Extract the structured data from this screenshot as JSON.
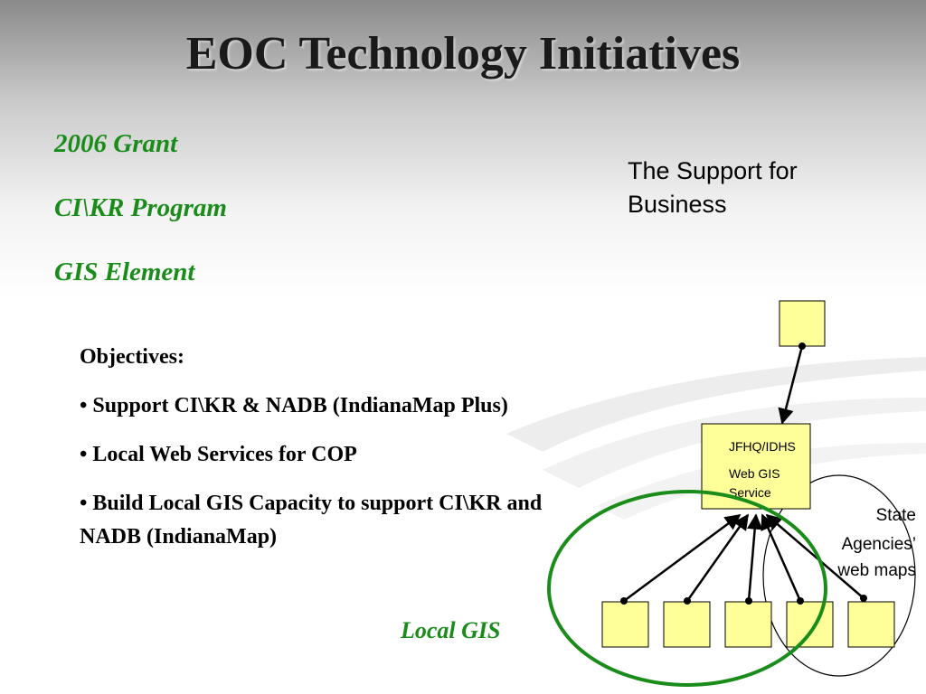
{
  "slide": {
    "title": "EOC Technology Initiatives",
    "grant": {
      "line1": "2006 Grant",
      "line2": "CI\\KR Program",
      "line3": "GIS Element"
    },
    "support": "The Support for Business",
    "objectives": {
      "heading": "Objectives:",
      "bullets": [
        "• Support CI\\KR & NADB (IndianaMap Plus)",
        "• Local Web Services for COP",
        "• Build Local GIS Capacity to support CI\\KR and NADB (IndianaMap)"
      ]
    }
  },
  "diagram": {
    "hub_label_1": "JFHQ/IDHS",
    "hub_label_2": "Web GIS",
    "hub_label_3": "Service",
    "state_label_1": "State",
    "state_label_2": "Agencies’",
    "state_label_3": "web maps",
    "local_gis_label": "Local GIS",
    "colors": {
      "box_fill": "#ffff99",
      "green": "#1a8c1a",
      "line": "#000000"
    }
  }
}
